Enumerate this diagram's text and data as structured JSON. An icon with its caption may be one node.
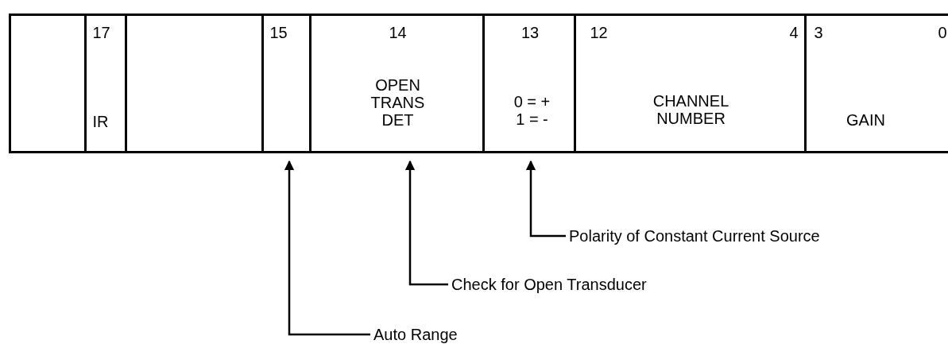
{
  "diagram": {
    "nodes": [
      {
        "text": [],
        "shape": "box"
      },
      {
        "text": [
          "17",
          "IR"
        ]
      },
      {
        "text": [],
        "shape": "box"
      },
      {
        "text": [
          "15"
        ]
      },
      {
        "text": [
          "14",
          "OPEN TRANS DET"
        ]
      },
      {
        "text": [
          "13",
          "0 = + 1 = -"
        ]
      },
      {
        "text": [
          "12",
          "4",
          "CHANNEL NUMBER"
        ]
      },
      {
        "text": [
          "3",
          "0",
          "GAIN"
        ]
      },
      {
        "text": [
          "Polarity of Constant Current Source"
        ]
      },
      {
        "text": [
          "Check for Open Transducer"
        ]
      },
      {
        "text": [
          "Auto Range"
        ]
      }
    ],
    "edges": [
      {
        "from": 8,
        "to": 5,
        "arrow": "to"
      },
      {
        "from": 9,
        "to": 4,
        "arrow": "to"
      },
      {
        "from": 10,
        "to": 3,
        "arrow": "to"
      }
    ]
  }
}
